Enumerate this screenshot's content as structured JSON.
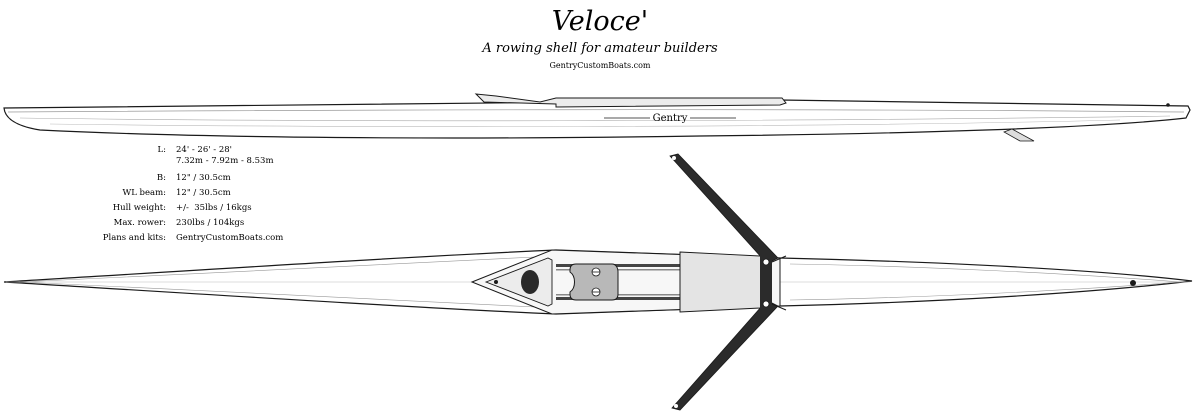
{
  "header": {
    "title": "Veloce'",
    "subtitle": "A rowing shell for amateur builders",
    "website": "GentryCustomBoats.com"
  },
  "side_view": {
    "hull_label": "Gentry"
  },
  "specs": {
    "length": {
      "label": "L:",
      "imperial": "24' - 26' - 28'",
      "metric": "7.32m - 7.92m - 8.53m"
    },
    "beam": {
      "label": "B:",
      "value": "12\" / 30.5cm"
    },
    "wl_beam": {
      "label": "WL beam:",
      "value": "12\" / 30.5cm"
    },
    "hull_weight": {
      "label": "Hull weight:",
      "value": "+/-  35lbs / 16kgs"
    },
    "max_rower": {
      "label": "Max. rower:",
      "value": "230lbs / 104kgs"
    },
    "plans": {
      "label": "Plans and kits:",
      "value": "GentryCustomBoats.com"
    }
  },
  "colors": {
    "outline": "#1a1a1a",
    "rigger": "#2b2b2b",
    "deck_fill": "#ececec",
    "cockpit_fill": "#f7f7f7"
  }
}
